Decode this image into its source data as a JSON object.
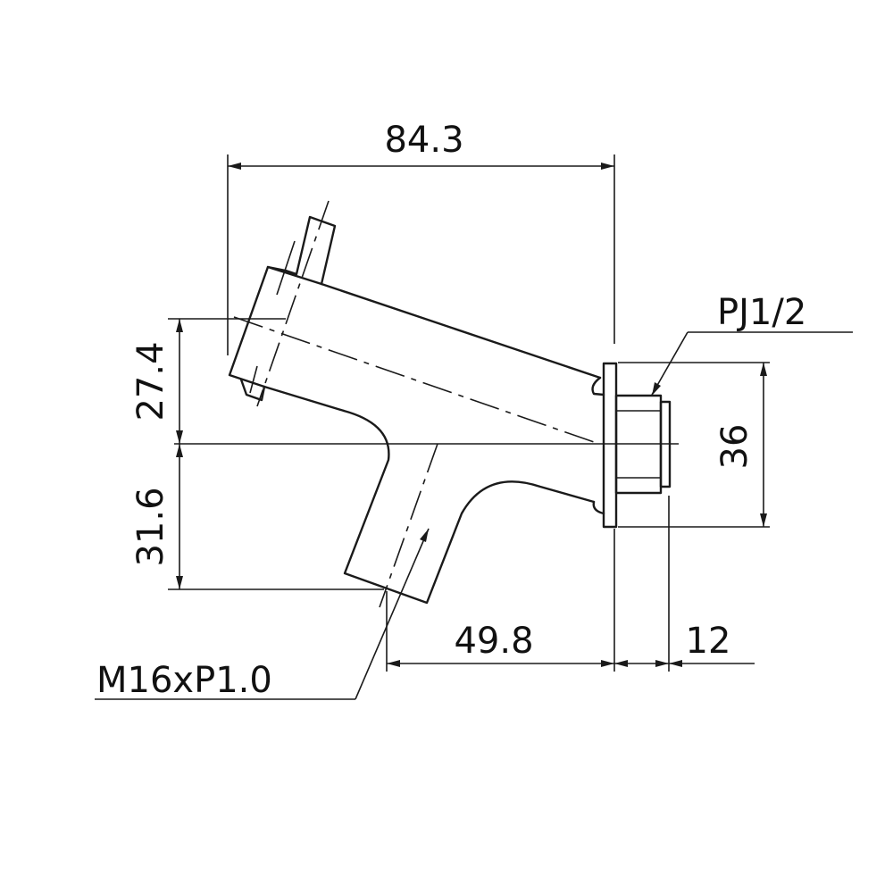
{
  "dimensions": {
    "overall_length": "84.3",
    "upper_height": "27.4",
    "lower_height": "31.6",
    "flange_height": "36",
    "outlet_offset": "49.8",
    "thread_length": "12"
  },
  "callouts": {
    "inlet_thread": "PJ1/2",
    "outlet_thread": "M16xP1.0"
  },
  "colors": {
    "line": "#1a1a1a",
    "background": "#ffffff"
  }
}
